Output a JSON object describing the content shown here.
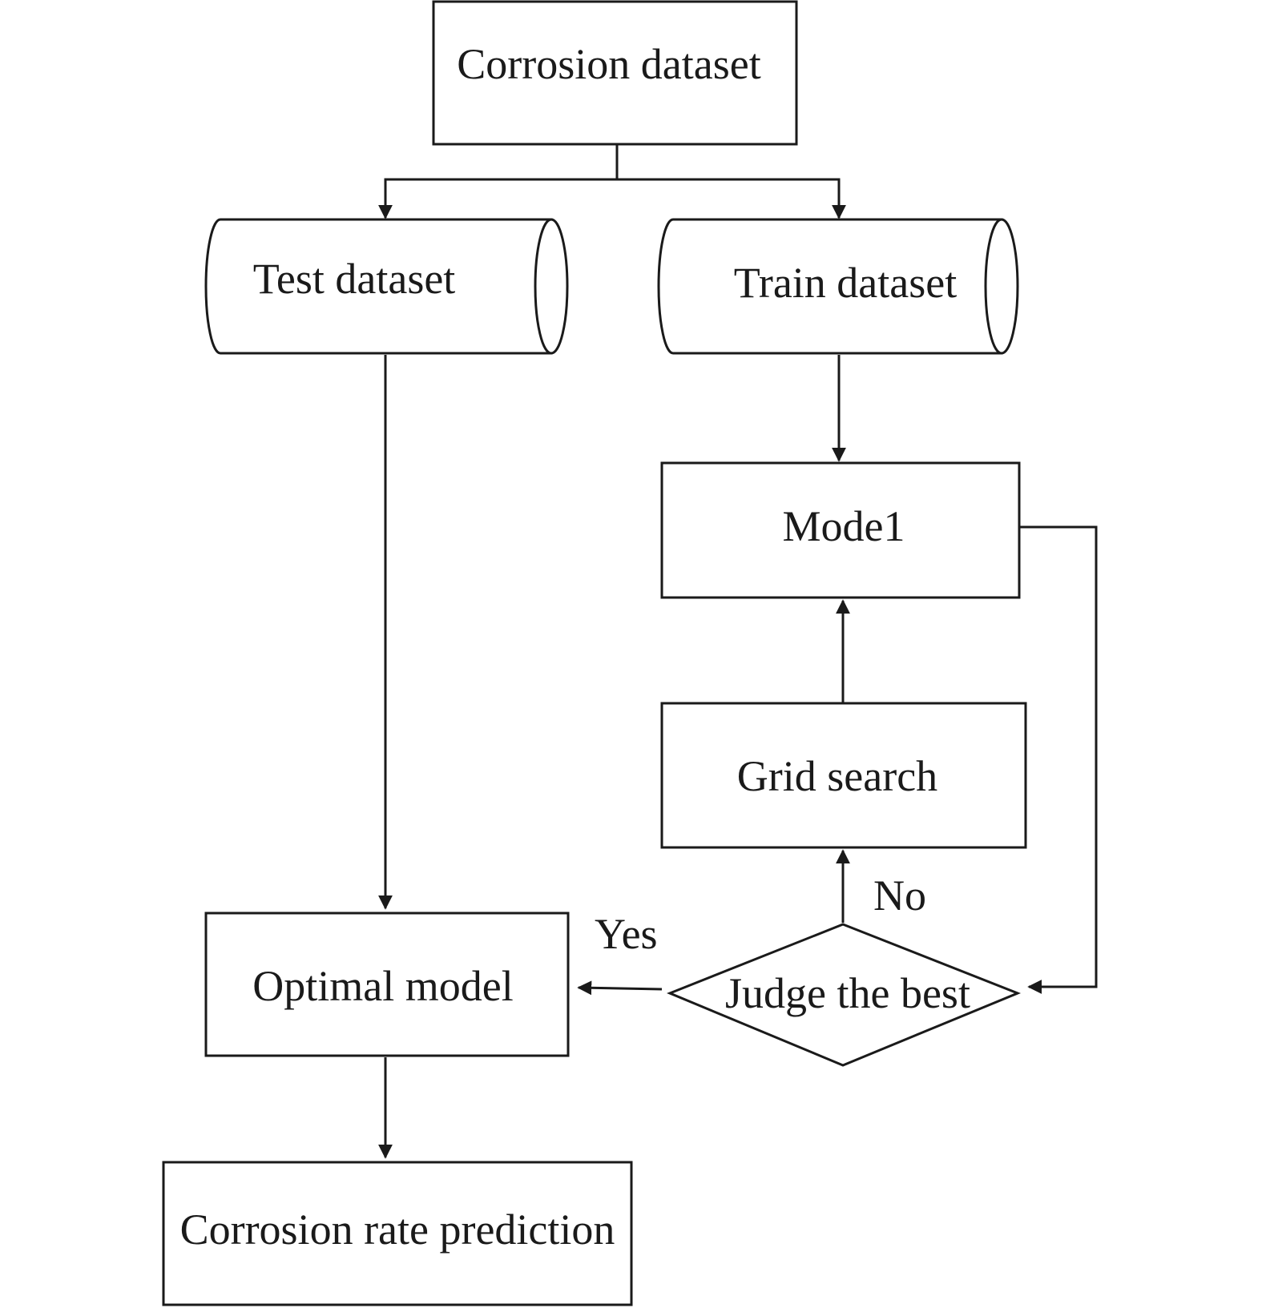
{
  "diagram": {
    "nodes": {
      "corrosion_dataset": "Corrosion dataset",
      "test_dataset": "Test dataset",
      "train_dataset": "Train dataset",
      "model": "Mode1",
      "grid_search": "Grid search",
      "judge": "Judge the best",
      "optimal_model": "Optimal model",
      "prediction": "Corrosion rate prediction"
    },
    "edge_labels": {
      "no": "No",
      "yes": "Yes"
    },
    "edges": [
      {
        "from": "corrosion_dataset",
        "to": "test_dataset"
      },
      {
        "from": "corrosion_dataset",
        "to": "train_dataset"
      },
      {
        "from": "train_dataset",
        "to": "model"
      },
      {
        "from": "model",
        "to": "judge"
      },
      {
        "from": "judge",
        "to": "grid_search",
        "label": "No"
      },
      {
        "from": "grid_search",
        "to": "model"
      },
      {
        "from": "judge",
        "to": "optimal_model",
        "label": "Yes"
      },
      {
        "from": "test_dataset",
        "to": "optimal_model"
      },
      {
        "from": "optimal_model",
        "to": "prediction"
      }
    ]
  }
}
